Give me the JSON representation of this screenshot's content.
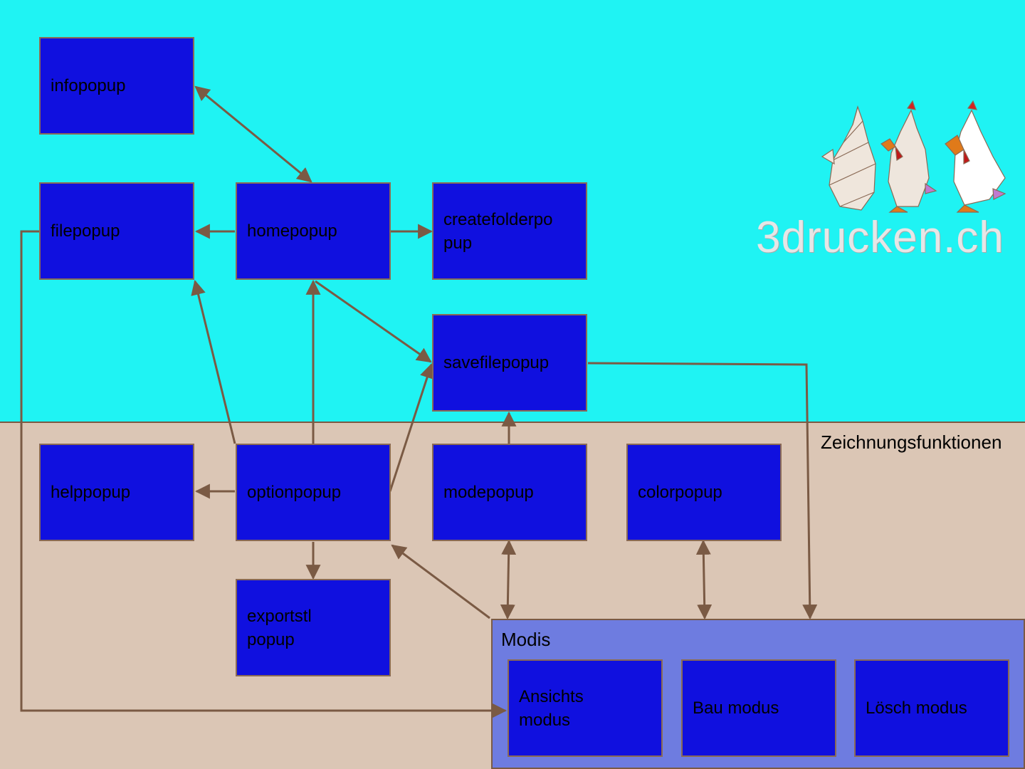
{
  "regions": {
    "drawing_functions_label": "Zeichnungsfunktionen",
    "modes_label": "Modis"
  },
  "nodes": {
    "infopopup": "infopopup",
    "filepopup": "filepopup",
    "homepopup": "homepopup",
    "createfolderpopup": "createfolderpo\npup",
    "savefilepopup": "savefilepopup",
    "helppopup": "helppopup",
    "optionpopup": "optionpopup",
    "modepopup": "modepopup",
    "colorpopup": "colorpopup",
    "exportstlpopup": "exportstl\npopup",
    "ansichtsmodus": "Ansichts\nmodus",
    "baumodus": "Bau modus",
    "loeschmodus": "Lösch modus"
  },
  "logo": {
    "text": "3drucken.ch",
    "icon": "three-chickens-logo-icon"
  },
  "colors": {
    "background_top": "#1ff3f3",
    "background_bottom": "#dbc6b5",
    "modes_panel": "#6e7ce0",
    "node_fill": "#1010df",
    "edge": "#7a5a44"
  }
}
